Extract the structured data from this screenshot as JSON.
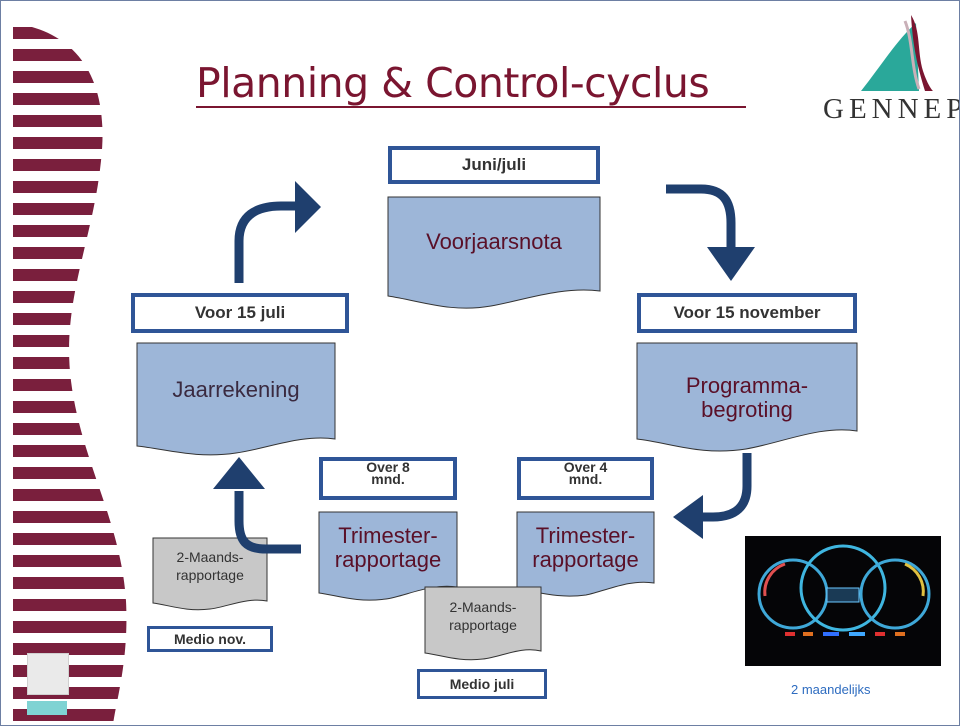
{
  "slide": {
    "title": "Planning & Control-cyclus",
    "logo": {
      "text": "GENNEP",
      "accent_color": "#2aa89a",
      "brand_color": "#7a1530"
    }
  },
  "colors": {
    "box_border": "#2f5597",
    "doc_fill": "#9db6d8",
    "gray_doc_fill": "#c8c8c8",
    "arrow": "#1f3f6e",
    "title": "#7a1530",
    "stripes": "#7a1f3d"
  },
  "nodes": {
    "voorjaarsnota": {
      "date": "Juni/juli",
      "label": "Voorjaarsnota"
    },
    "programmabegroting": {
      "date": "Voor 15 november",
      "label_line1": "Programma-",
      "label_line2": "begroting"
    },
    "trimester_4": {
      "date_line1": "Over 4",
      "date_line2": "mnd.",
      "label_line1": "Trimester-",
      "label_line2": "rapportage"
    },
    "trimester_8": {
      "date_line1": "Over 8",
      "date_line2": "mnd.",
      "label_line1": "Trimester-",
      "label_line2": "rapportage"
    },
    "jaarrekening": {
      "date": "Voor 15 juli",
      "label": "Jaarrekening"
    },
    "maands_left": {
      "label_line1": "2-Maands-",
      "label_line2": "rapportage",
      "date": "Medio nov."
    },
    "maands_center": {
      "label_line1": "2-Maands-",
      "label_line2": "rapportage",
      "date": "Medio juli"
    }
  },
  "dashboard": {
    "caption": "2 maandelijks",
    "icon": "car-dashboard-image"
  }
}
